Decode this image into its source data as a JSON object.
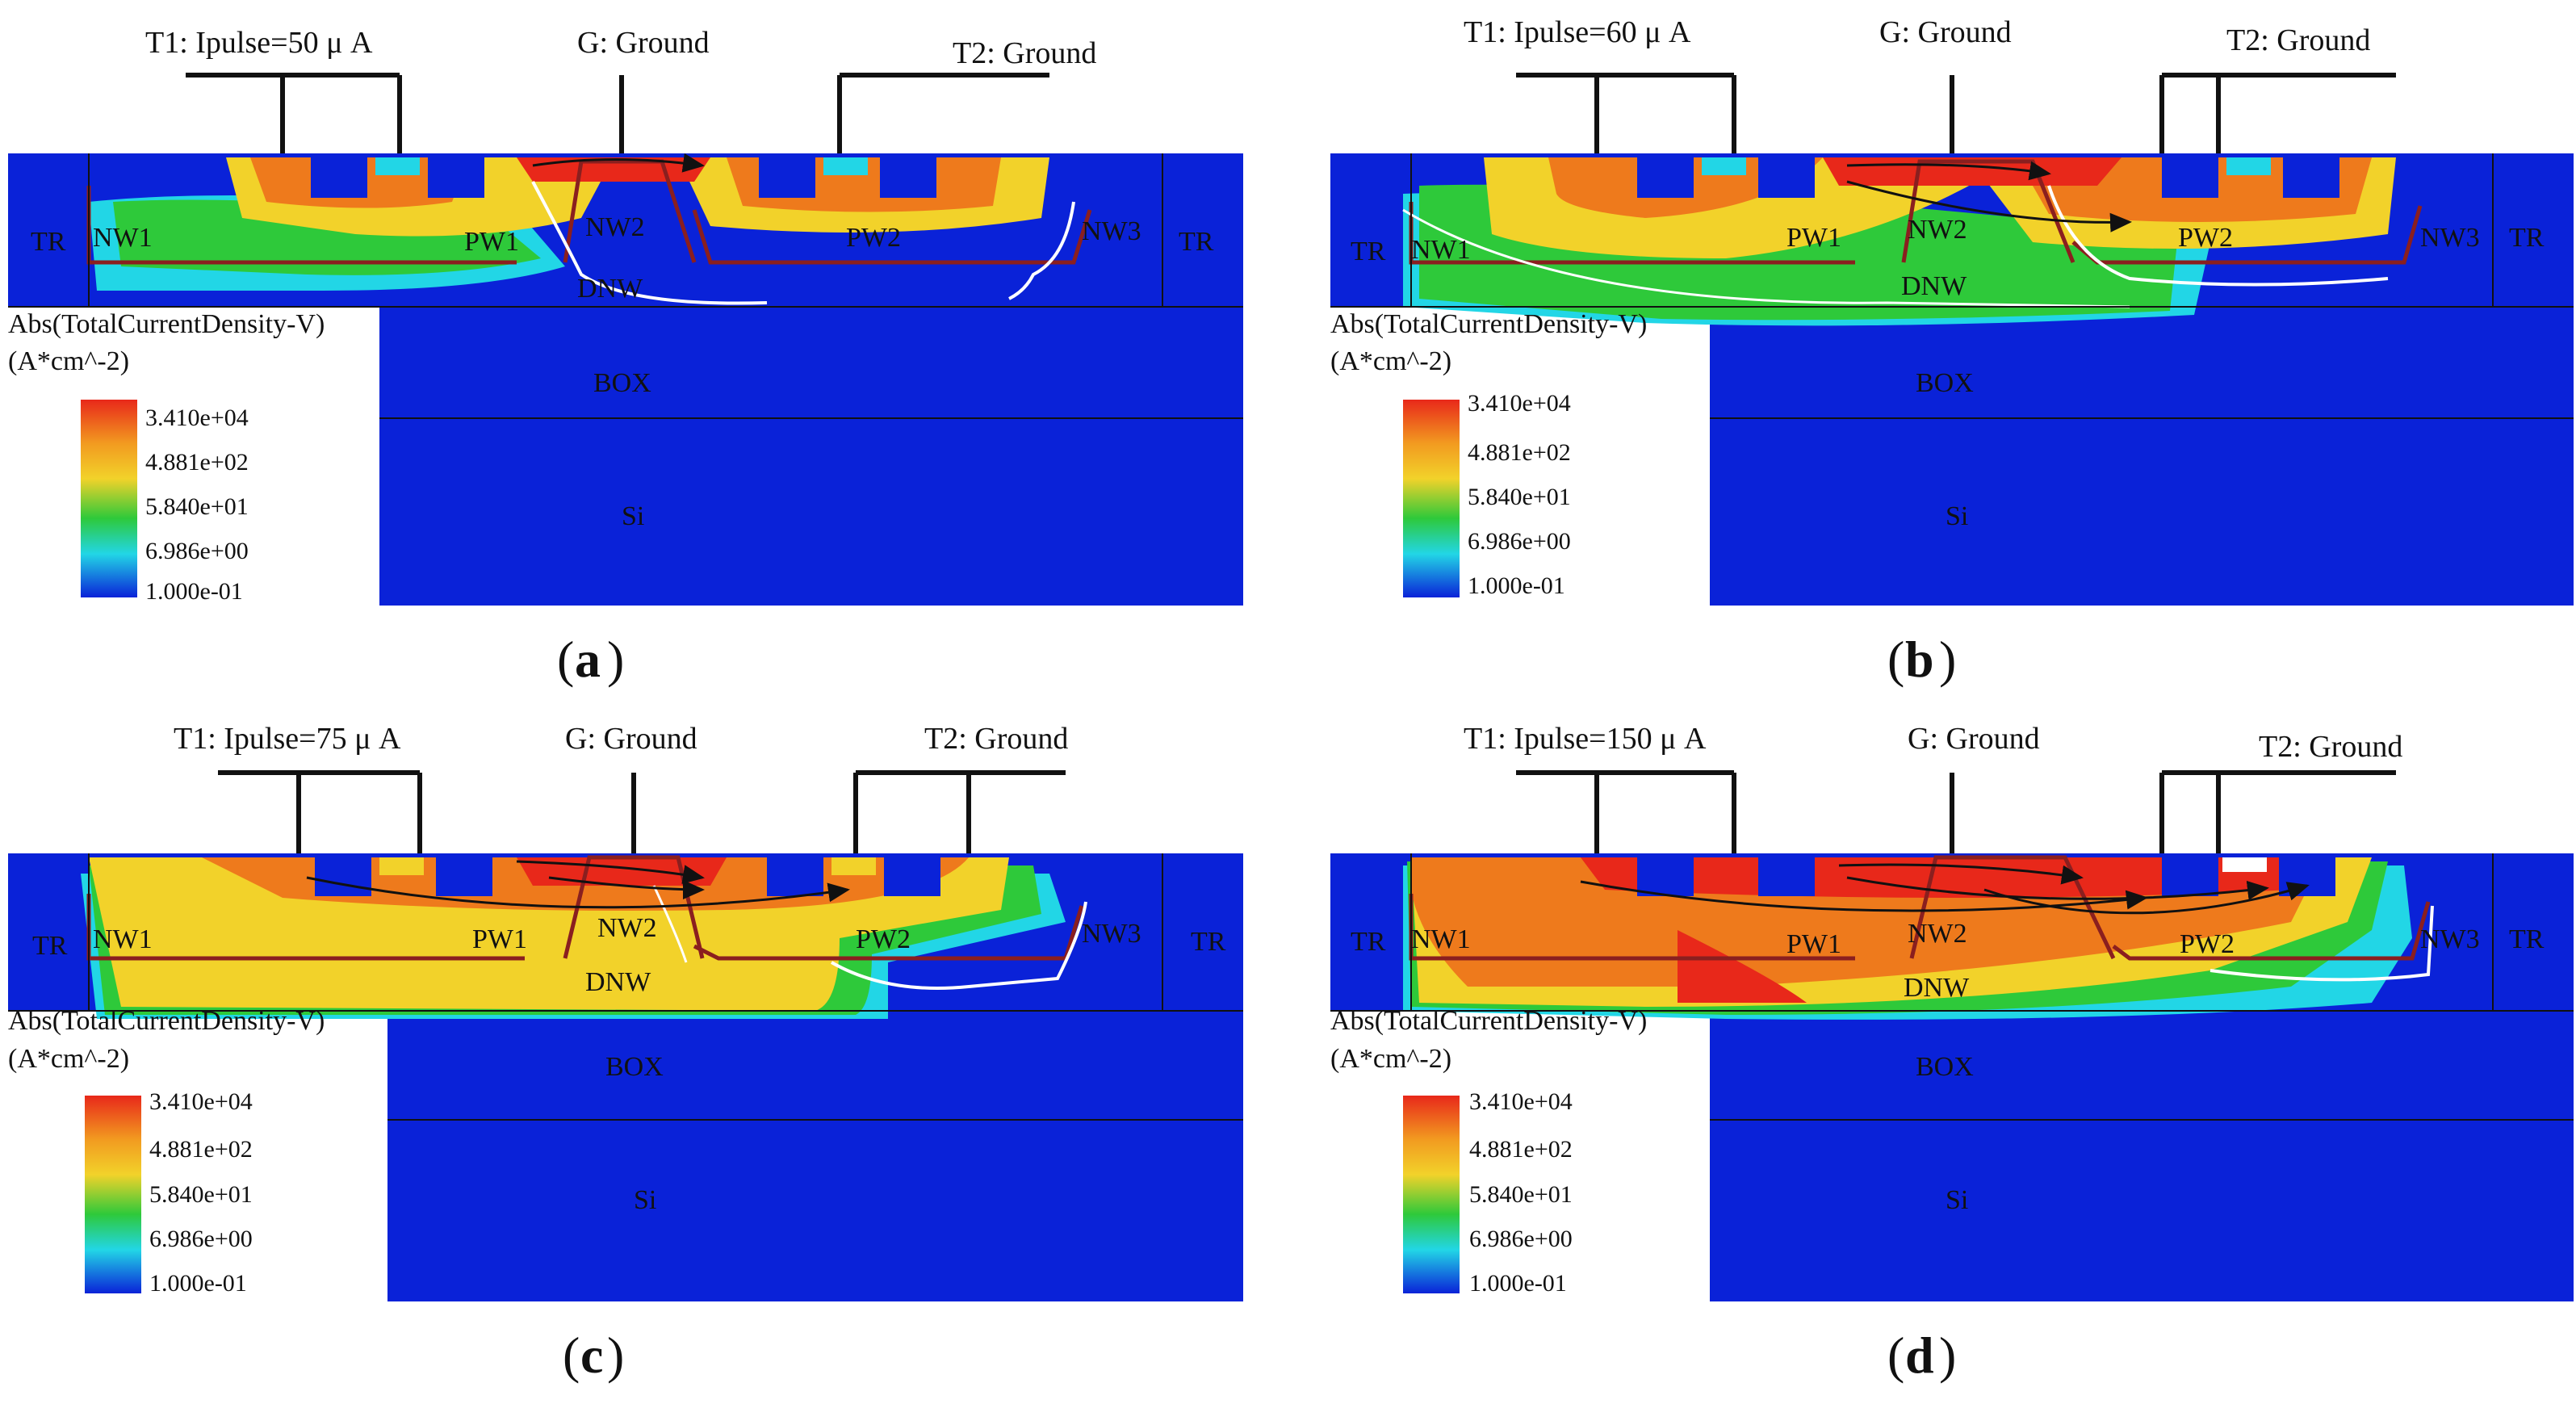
{
  "colors": {
    "substrate_blue": "#0a22d8",
    "red": "#e8281a",
    "orange": "#ee7a1c",
    "yellow": "#f2d22a",
    "green": "#2ec93a",
    "cyan": "#22d6e6",
    "wire": "#111111",
    "well_outline": "#8a1f1f",
    "junction": "#ffffff"
  },
  "common": {
    "gate_label": "G: Ground",
    "t2_label": "T2: Ground",
    "region_labels": {
      "tr_left": "TR",
      "tr_right": "TR",
      "nw1": "NW1",
      "pw1": "PW1",
      "nw2": "NW2",
      "pw2": "PW2",
      "nw3": "NW3",
      "dnw": "DNW",
      "box": "BOX",
      "si": "Si"
    },
    "legend": {
      "title": "Abs(TotalCurrentDensity-V)",
      "unit": "(A*cm^-2)",
      "ticks": [
        "3.410e+04",
        "4.881e+02",
        "5.840e+01",
        "6.986e+00",
        "1.000e-01"
      ]
    }
  },
  "panels": [
    {
      "id": "a",
      "caption_letter": "a",
      "t1_label": "T1:  Ipulse=50 μ A",
      "current_uA": 50,
      "spread_level": 0.2
    },
    {
      "id": "b",
      "caption_letter": "b",
      "t1_label": "T1:  Ipulse=60 μ A",
      "current_uA": 60,
      "spread_level": 0.45
    },
    {
      "id": "c",
      "caption_letter": "c",
      "t1_label": "T1:  Ipulse=75 μ A",
      "current_uA": 75,
      "spread_level": 0.7
    },
    {
      "id": "d",
      "caption_letter": "d",
      "t1_label": "T1:  Ipulse=150 μ A",
      "current_uA": 150,
      "spread_level": 1.0
    }
  ]
}
